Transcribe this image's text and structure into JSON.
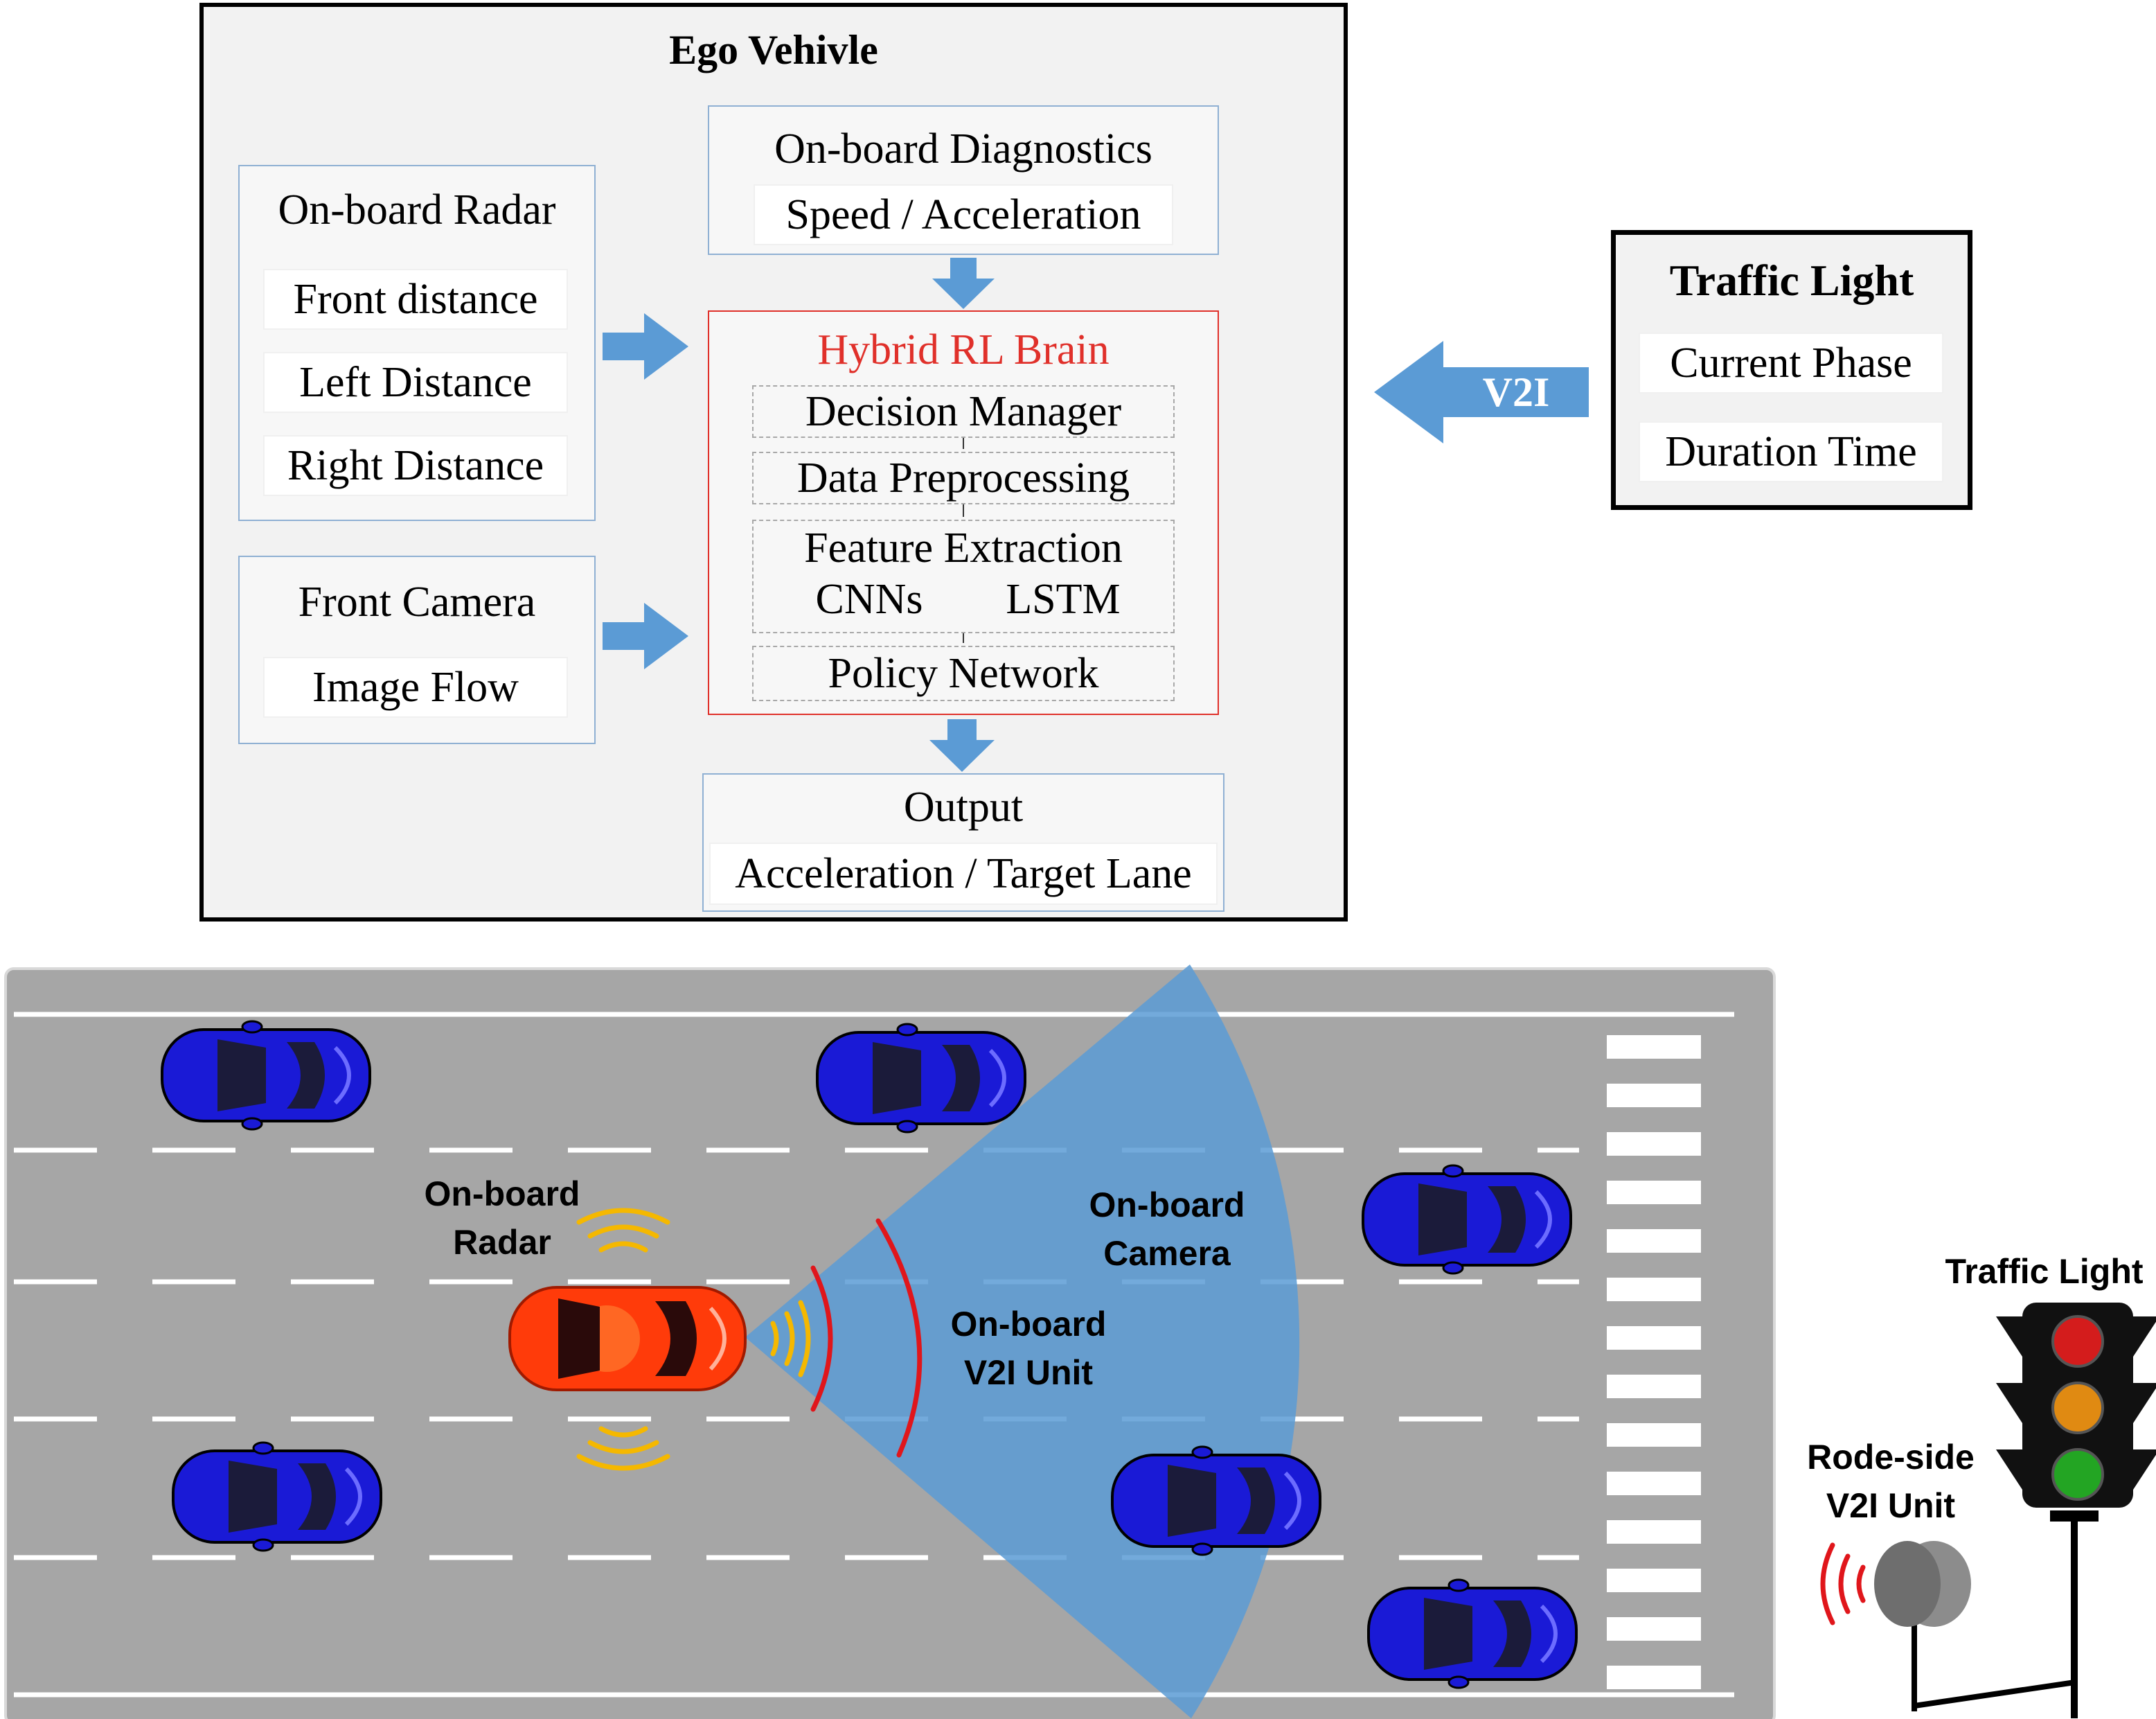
{
  "diagram": {
    "ego_title": "Ego Vehivle",
    "radar": {
      "title": "On-board Radar",
      "items": [
        "Front distance",
        "Left Distance",
        "Right Distance"
      ]
    },
    "camera": {
      "title": "Front Camera",
      "item": "Image Flow"
    },
    "obd": {
      "title": "On-board Diagnostics",
      "item": "Speed / Acceleration"
    },
    "brain": {
      "title": "Hybrid RL Brain",
      "decision_manager": "Decision Manager",
      "data_preprocessing": "Data Preprocessing",
      "feature_extraction": "Feature Extraction",
      "cnns": "CNNs",
      "lstm": "LSTM",
      "policy_network": "Policy Network"
    },
    "output": {
      "title": "Output",
      "item": "Acceleration / Target Lane"
    },
    "traffic_light_box": {
      "title": "Traffic Light",
      "items": [
        "Current Phase",
        "Duration Time"
      ]
    },
    "v2i_arrow": "V2I"
  },
  "scene": {
    "radar_label": [
      "On-board",
      "Radar"
    ],
    "camera_label": [
      "On-board",
      "Camera"
    ],
    "v2i_unit_label": [
      "On-board",
      "V2I Unit"
    ],
    "traffic_light_label": "Traffic Light",
    "roadside_label": [
      "Rode-side",
      "V2I Unit"
    ]
  },
  "colors": {
    "arrow": "#5b9bd5",
    "brain_title": "#e0302a",
    "road": "#a6a6a6",
    "ego_car": "#ff3b0a",
    "other_car": "#1a1ad6",
    "camera_fov": "#5b9bd5",
    "radar_wave": "#f5b800",
    "v2i_wave": "#e0161b"
  }
}
